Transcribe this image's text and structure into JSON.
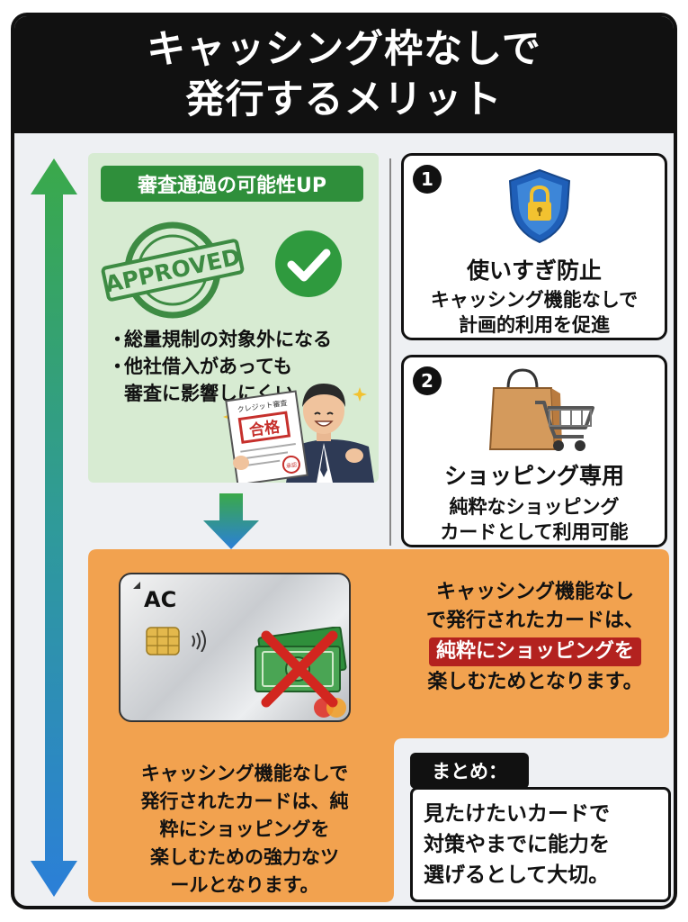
{
  "header": {
    "line1": "キャッシング枠なしで",
    "line2": "発行するメリット"
  },
  "screening": {
    "badge": "審査通過の可能性UP",
    "stamp_text": "APPROVED",
    "items": [
      {
        "bullet": "・",
        "text": "総量規制の対象外になる"
      },
      {
        "bullet": "・",
        "text": "他社借入があっても"
      }
    ],
    "item2_continuation": "審査に影響しにくい",
    "document_title": "クレジット審査",
    "document_stamp": "合格",
    "document_seal": "承認"
  },
  "features": [
    {
      "number": "1",
      "icon": "shield-lock-icon",
      "title": "使いすぎ防止",
      "lines": [
        "キャッシング機能なしで",
        "計画的利用を促進"
      ]
    },
    {
      "number": "2",
      "icon": "shopping-bag-cart-icon",
      "title": "ショッピング専用",
      "lines": [
        "純粋なショッピング",
        "カードとして利用可能"
      ]
    }
  ],
  "card": {
    "brand": "AC",
    "cash_icon": "cash-crossed-out-icon"
  },
  "orange_right": {
    "line1": "キャッシング機能なし",
    "line2": "で発行されたカードは、",
    "highlight": "純粋にショッピングを",
    "line4": "楽しむためとなります。"
  },
  "orange_left": {
    "lines": [
      "キャッシング機能なしで",
      "発行されたカードは、純",
      "粋にショッピングを",
      "楽しむための強力なツ",
      "ールとなります。"
    ]
  },
  "summary": {
    "label": "まとめ：",
    "lines": [
      "見たけたいカードで",
      "対策やまでに能力を",
      "選げるとして大切。"
    ]
  },
  "colors": {
    "header_bg": "#111111",
    "green_panel": "#d7ebd2",
    "green_badge": "#2f8f3b",
    "orange_panel": "#f2a24f",
    "highlight_red": "#b3221f",
    "arrow_top": "#3aa94a",
    "arrow_bottom": "#2b7fd8"
  }
}
